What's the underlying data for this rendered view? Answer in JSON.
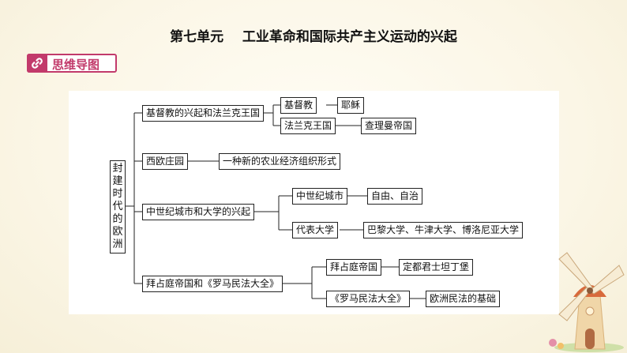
{
  "header": {
    "title": "第七单元    工业革命和国际共产主义运动的兴起",
    "badge_label": "思维导图",
    "badge_icon": "link-icon"
  },
  "mindmap": {
    "root": "封建时代的欧洲",
    "branches": [
      {
        "label": "基督教的兴起和法兰克王国",
        "children": [
          {
            "label": "基督教",
            "leaf": "耶稣"
          },
          {
            "label": "法兰克王国",
            "leaf": "查理曼帝国"
          }
        ]
      },
      {
        "label": "西欧庄园",
        "leaf": "一种新的农业经济组织形式"
      },
      {
        "label": "中世纪城市和大学的兴起",
        "children": [
          {
            "label": "中世纪城市",
            "leaf": "自由、自治"
          },
          {
            "label": "代表大学",
            "leaf": "巴黎大学、牛津大学、博洛尼亚大学"
          }
        ]
      },
      {
        "label": "拜占庭帝国和《罗马民法大全》",
        "children": [
          {
            "label": "拜占庭帝国",
            "leaf": "定都君士坦丁堡"
          },
          {
            "label": "《罗马民法大全》",
            "leaf": "欧洲民法的基础"
          }
        ]
      }
    ]
  },
  "colors": {
    "accent": "#c23a6b",
    "background": "#fbf6e6",
    "line": "#222222"
  }
}
